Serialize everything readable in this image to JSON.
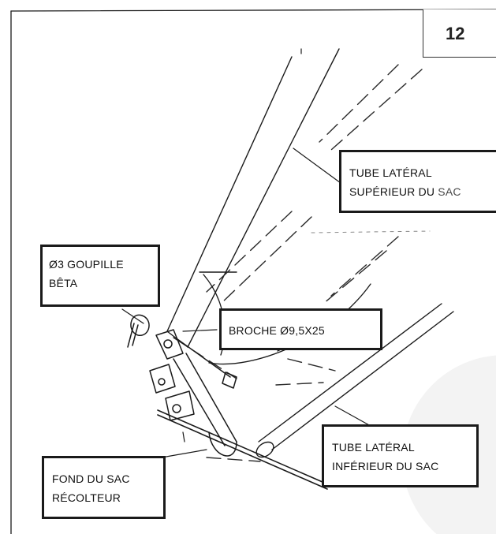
{
  "figure_number": "12",
  "labels": {
    "tube_superieur": {
      "line1": "TUBE LATÉRAL",
      "line2a": "SUPÉRIEUR DU ",
      "line2b": "SAC"
    },
    "goupille": {
      "line1": "Ø3 GOUPILLE",
      "line2": "BÊTA"
    },
    "broche": {
      "line1": "BROCHE Ø9,5X25"
    },
    "tube_inferieur": {
      "line1": "TUBE LATÉRAL",
      "line2": "INFÉRIEUR DU SAC"
    },
    "fond": {
      "line1": "FOND DU SAC",
      "line2": "RÉCOLTEUR"
    }
  },
  "colors": {
    "ink": "#1a1a1a",
    "dashed": "#2a2a2a",
    "background": "#ffffff",
    "shadow": "#f2f2f2"
  }
}
